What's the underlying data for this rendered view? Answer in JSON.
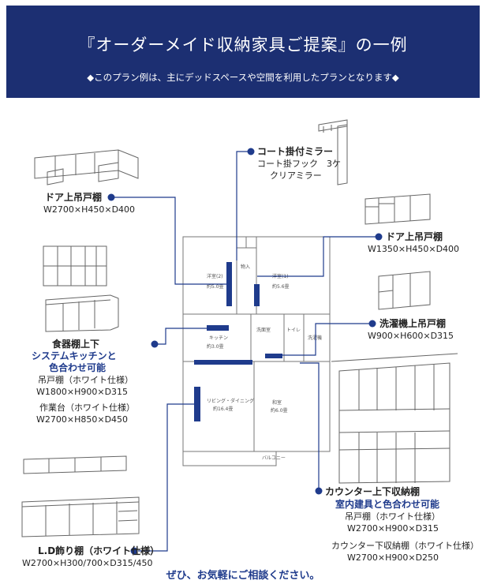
{
  "header": {
    "title": "『オーダーメイド収納家具ご提案』の一例",
    "subtitle": "◆このプラン例は、主にデッドスペースや空間を利用したプランとなります◆"
  },
  "items": {
    "coat_mirror": {
      "name": "コート掛付ミラー",
      "line2": "コート掛フック　3ケ",
      "line3": "クリアミラー"
    },
    "door_upper_left": {
      "name": "ドア上吊戸棚",
      "size": "W2700×H450×D400"
    },
    "door_upper_right": {
      "name": "ドア上吊戸棚",
      "size": "W1350×H450×D400"
    },
    "laundry_upper": {
      "name": "洗濯機上吊戸棚",
      "size": "W900×H600×D315"
    },
    "dish_cabinet": {
      "name": "食器棚上下",
      "highlight1": "システムキッチンと",
      "highlight2": "色合わせ可能",
      "hanging": "吊戸棚（ホワイト仕様）",
      "hanging_size": "W1800×H900×D315",
      "worktop": "作業台（ホワイト仕様）",
      "worktop_size": "W2700×H850×D450"
    },
    "counter": {
      "name": "カウンター上下収納棚",
      "highlight": "室内建具と色合わせ可能",
      "hanging": "吊戸棚（ホワイト仕様）",
      "hanging_size": "W2700×H900×D315",
      "lower": "カウンター下収納棚（ホワイト仕様）",
      "lower_size": "W2700×H900×D250"
    },
    "ld_shelf": {
      "name": "L.D飾り棚（ホワイト仕様）",
      "size": "W2700×H300/700×D315/450"
    }
  },
  "floorplan": {
    "room1": "洋室(2)",
    "room1_area": "約5.0畳",
    "room2": "洋室(1)",
    "room2_area": "約5.6畳",
    "closet": "物入",
    "kitchen": "キッチン",
    "kitchen_area": "約3.0畳",
    "living": "リビング・ダイニング",
    "living_area": "約16.4畳",
    "japanese": "和室",
    "japanese_area": "約6.0畳",
    "balcony": "バルコニー",
    "toilet": "トイレ",
    "bath": "洗面室",
    "wash": "洗濯機"
  },
  "footer": "ぜひ、お気軽にご相談ください。",
  "colors": {
    "banner": "#1c2f72",
    "accent": "#1f3b8c"
  }
}
